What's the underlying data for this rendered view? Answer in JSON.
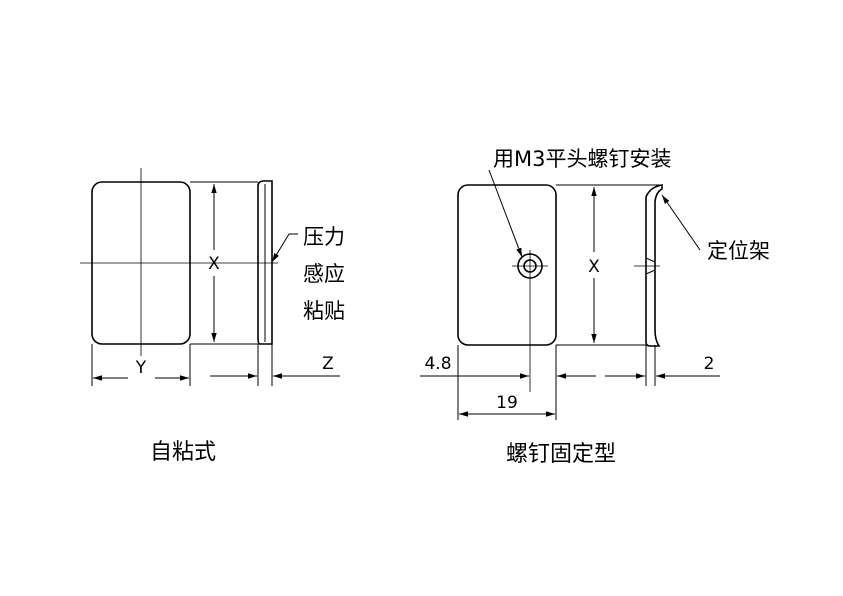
{
  "adhesive_type": {
    "dim_x": "X",
    "dim_y": "Y",
    "dim_z": "Z",
    "callout_lines": [
      "压力",
      "感应",
      "粘贴"
    ],
    "caption": "自粘式"
  },
  "screw_type": {
    "screw_note": "用M3平头螺钉安装",
    "bracket_note": "定位架",
    "dim_x": "X",
    "dim_offset": "4.8",
    "dim_width": "19",
    "dim_thickness": "2",
    "caption": "螺钉固定型"
  }
}
